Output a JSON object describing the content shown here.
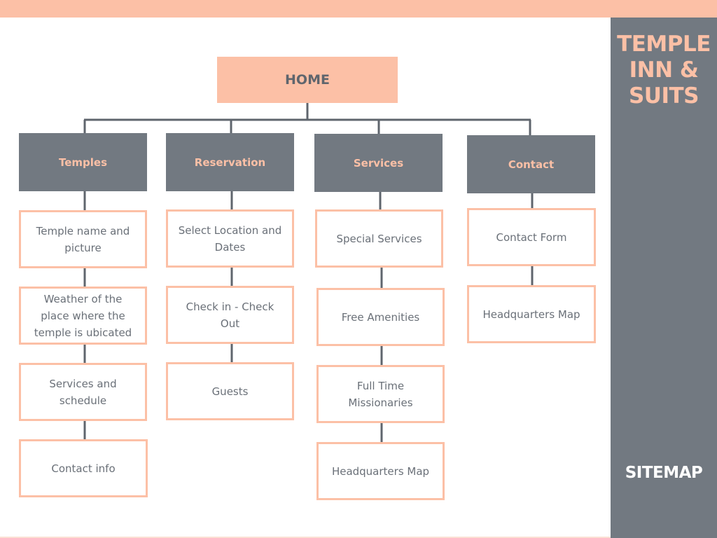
{
  "brand": {
    "title": "TEMPLE INN & SUITS",
    "subtitle": "SITEMAP"
  },
  "home": {
    "label": "HOME"
  },
  "sections": [
    {
      "label": "Temples",
      "items": [
        "Temple name and picture",
        "Weather of the place where the temple is ubicated",
        "Services and schedule",
        "Contact info"
      ]
    },
    {
      "label": "Reservation",
      "items": [
        "Select Location and Dates",
        "Check in - Check Out",
        "Guests"
      ]
    },
    {
      "label": "Services",
      "items": [
        "Special Services",
        "Free Amenities",
        "Full Time Missionaries",
        "Headquarters Map"
      ]
    },
    {
      "label": "Contact",
      "items": [
        "Contact Form",
        "Headquarters Map"
      ]
    }
  ],
  "colors": {
    "peach": "#fcc0a6",
    "slate": "#727981",
    "text": "#6a7078",
    "connector": "#5f656d"
  }
}
